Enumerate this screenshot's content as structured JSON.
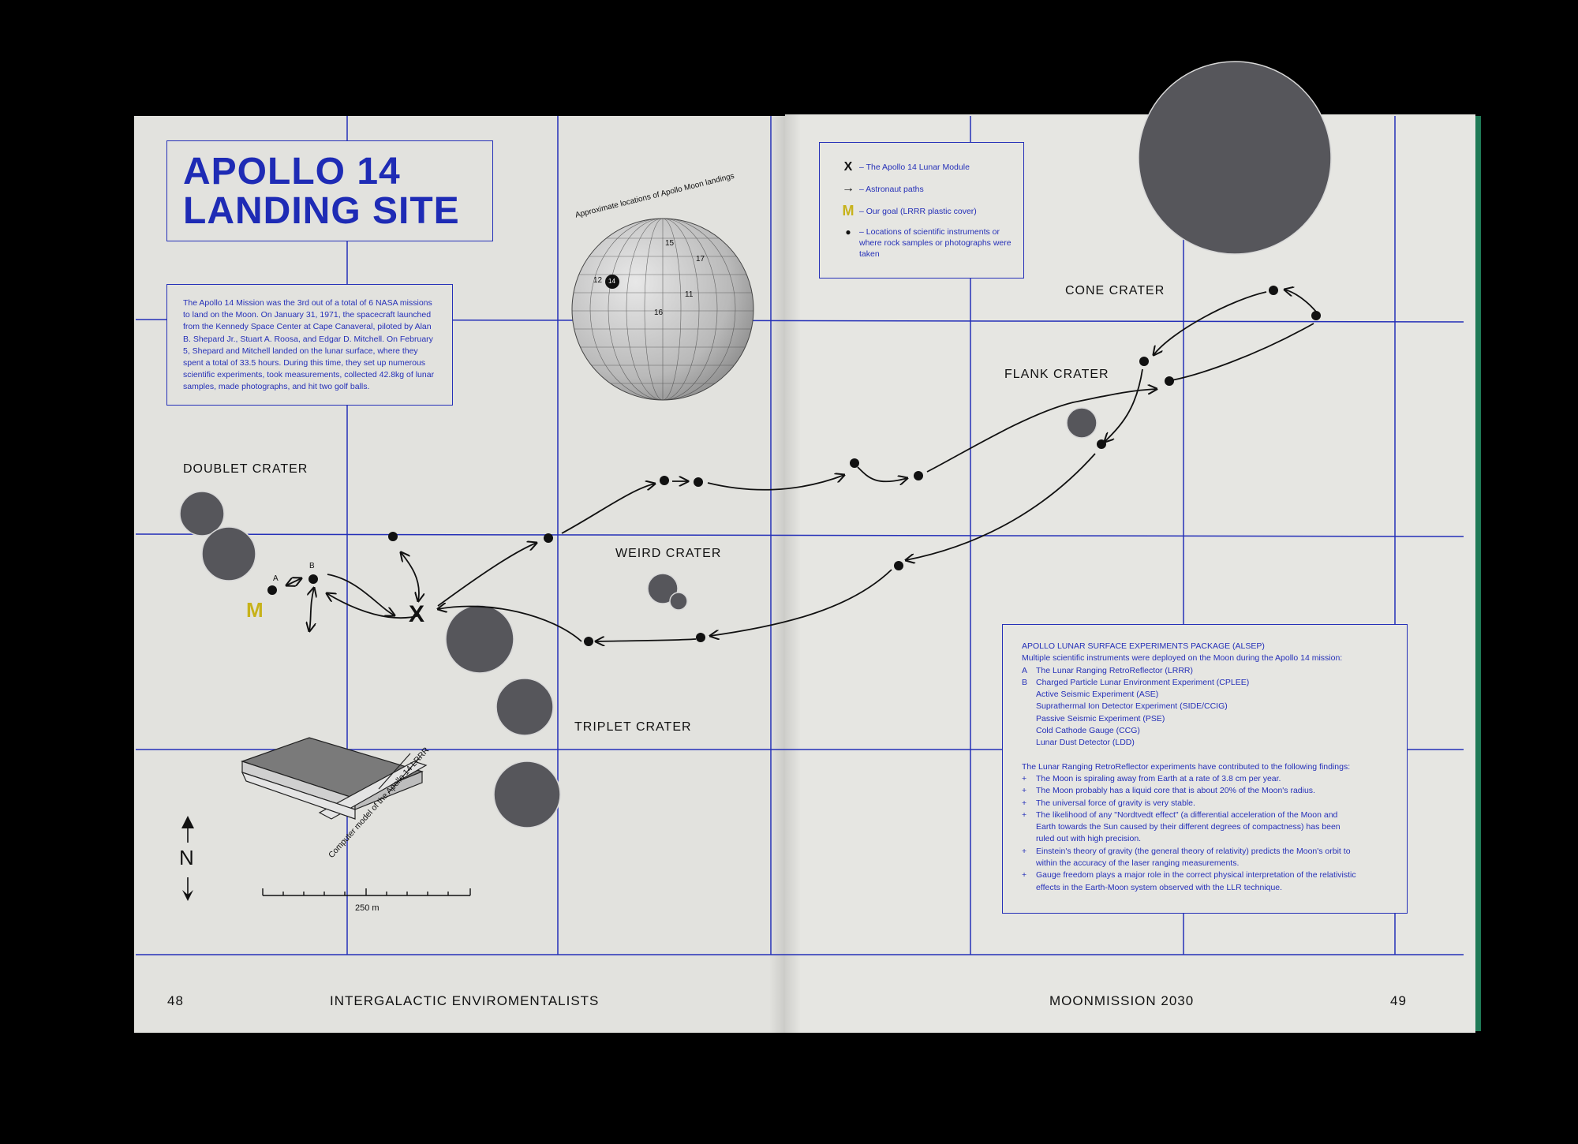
{
  "title": "APOLLO 14\nLANDING SITE",
  "intro": "The Apollo 14 Mission was the 3rd out of a total of 6 NASA missions to land on the Moon. On January 31, 1971, the spacecraft launched from the Kennedy Space Center at Cape Canaveral, piloted by Alan B. Shepard Jr., Stuart A. Roosa, and Edgar D. Mitchell. On February 5, Shepard and Mitchell landed on the lunar surface, where they spent a total of 33.5 hours. During this time, they set up numerous scientific experiments, took measurements, collected 42.8kg of lunar samples, made photographs, and hit two golf balls.",
  "globe": {
    "caption": "Approximate locations of Apollo Moon landings",
    "sites": [
      "15",
      "17",
      "12",
      "14",
      "11",
      "16"
    ]
  },
  "legend": {
    "items": [
      {
        "symbol": "X",
        "text": "– The Apollo 14 Lunar Module"
      },
      {
        "symbol": "→",
        "text": "– Astronaut paths"
      },
      {
        "symbol": "M",
        "text": "– Our goal (LRRR plastic cover)"
      },
      {
        "symbol": "●",
        "text": "– Locations of scientific instruments or where rock samples or photographs were taken"
      }
    ]
  },
  "craters": {
    "doublet": "DOUBLET CRATER",
    "weird": "WEIRD CRATER",
    "triplet": "TRIPLET CRATER",
    "flank": "FLANK CRATER",
    "cone": "CONE CRATER"
  },
  "markers": {
    "a": "A",
    "b": "B",
    "m": "M",
    "x": "X"
  },
  "model_caption": "Computer model of the Apollo 14 LRRR",
  "north": "N",
  "scale": "250 m",
  "alsep": {
    "heading": "APOLLO LUNAR SURFACE EXPERIMENTS PACKAGE (ALSEP)",
    "intro": "Multiple scientific instruments were deployed on the Moon during the Apollo 14 mission:",
    "instruments": [
      {
        "key": "A",
        "text": "The Lunar Ranging RetroReflector (LRRR)"
      },
      {
        "key": "B",
        "text": "Charged Particle Lunar Environment Experiment (CPLEE)"
      },
      {
        "key": "",
        "text": "Active Seismic Experiment (ASE)"
      },
      {
        "key": "",
        "text": "Suprathermal Ion Detector Experiment (SIDE/CCIG)"
      },
      {
        "key": "",
        "text": "Passive Seismic Experiment (PSE)"
      },
      {
        "key": "",
        "text": "Cold Cathode Gauge (CCG)"
      },
      {
        "key": "",
        "text": "Lunar Dust Detector (LDD)"
      }
    ],
    "findings_intro": "The Lunar Ranging RetroReflector experiments have contributed to the following findings:",
    "findings": [
      "The Moon is spiraling away from Earth at a rate of 3.8 cm per year.",
      "The Moon probably has a liquid core that is about 20% of the Moon's radius.",
      "The universal force of gravity is very stable.",
      "The likelihood of any \"Nordtvedt effect\" (a differential acceleration of the Moon and Earth towards the Sun caused by their different degrees of compactness) has been ruled out with high precision.",
      "Einstein's theory of gravity (the general theory of relativity) predicts the Moon's orbit to within the accuracy of the laser ranging measurements.",
      "Gauge freedom plays a major role in the correct physical interpretation of the relativistic effects in the Earth-Moon system observed with the LLR technique."
    ]
  },
  "footer": {
    "page_left": "48",
    "left_title": "INTERGALACTIC ENVIROMENTALISTS",
    "right_title": "MOONMISSION 2030",
    "page_right": "49"
  },
  "colors": {
    "ink_blue": "#2530b8",
    "crater_gray": "#56565b",
    "goal_yellow": "#c7b21a",
    "edge_green": "#1f7a56"
  }
}
